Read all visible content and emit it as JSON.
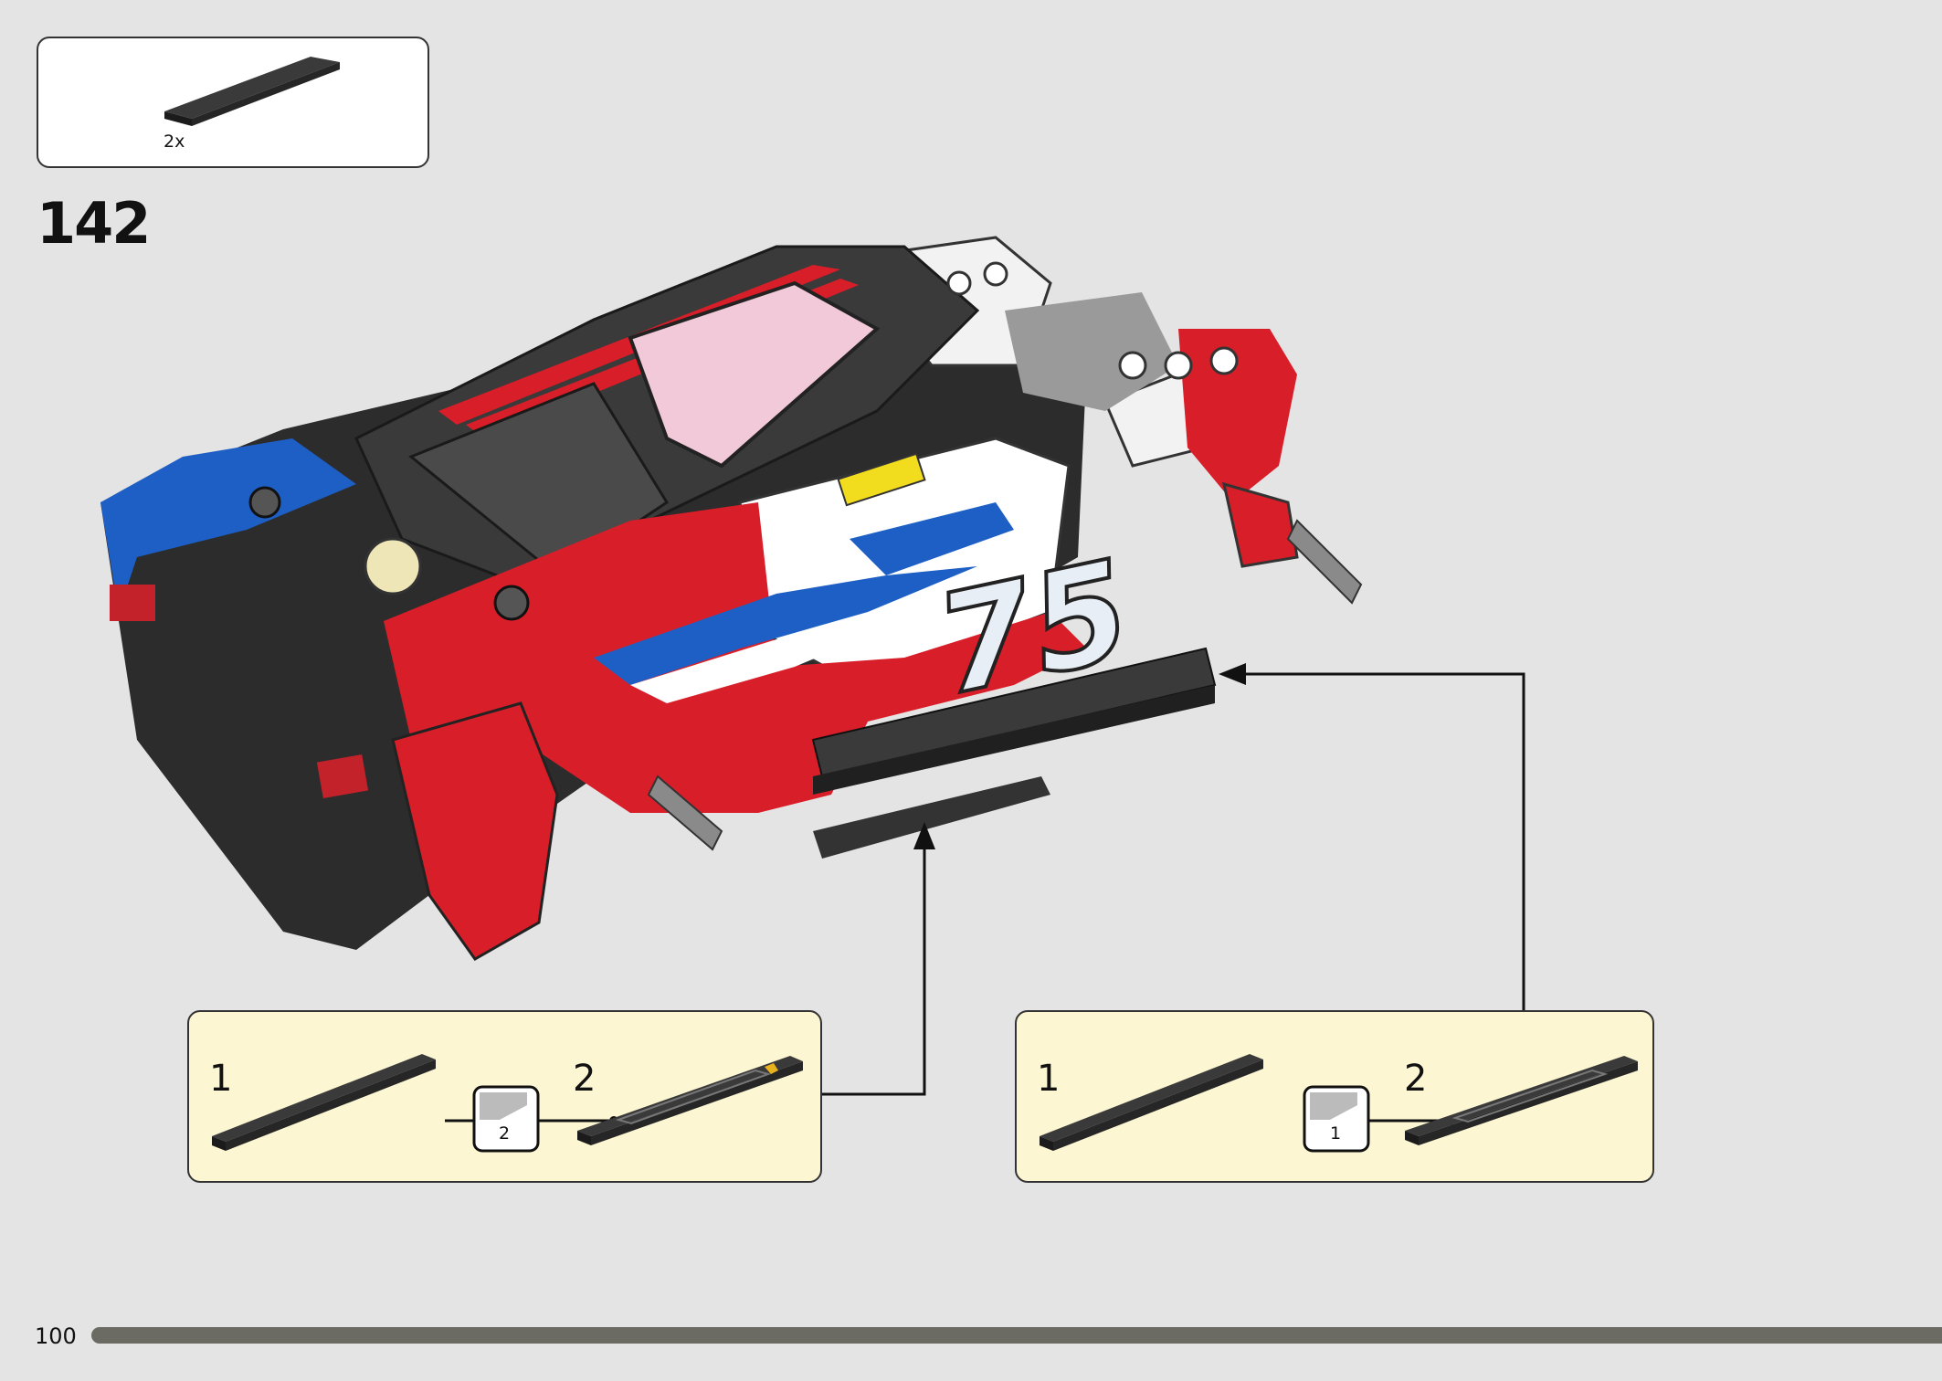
{
  "parts_callout": {
    "quantity": "2x"
  },
  "step": {
    "number": "142"
  },
  "subassembly_left": {
    "step1_label": "1",
    "step2_label": "2",
    "sticker_number": "2"
  },
  "subassembly_right": {
    "step1_label": "1",
    "step2_label": "2",
    "sticker_number": "1"
  },
  "footer": {
    "page_number": "100"
  },
  "colors": {
    "background": "#e4e4e4",
    "callout_fill": "#fdf6d2",
    "progress_bar": "#6b6b63",
    "car_red": "#d81e28",
    "car_blue": "#1d5fc4",
    "car_black": "#2c2c2c"
  }
}
